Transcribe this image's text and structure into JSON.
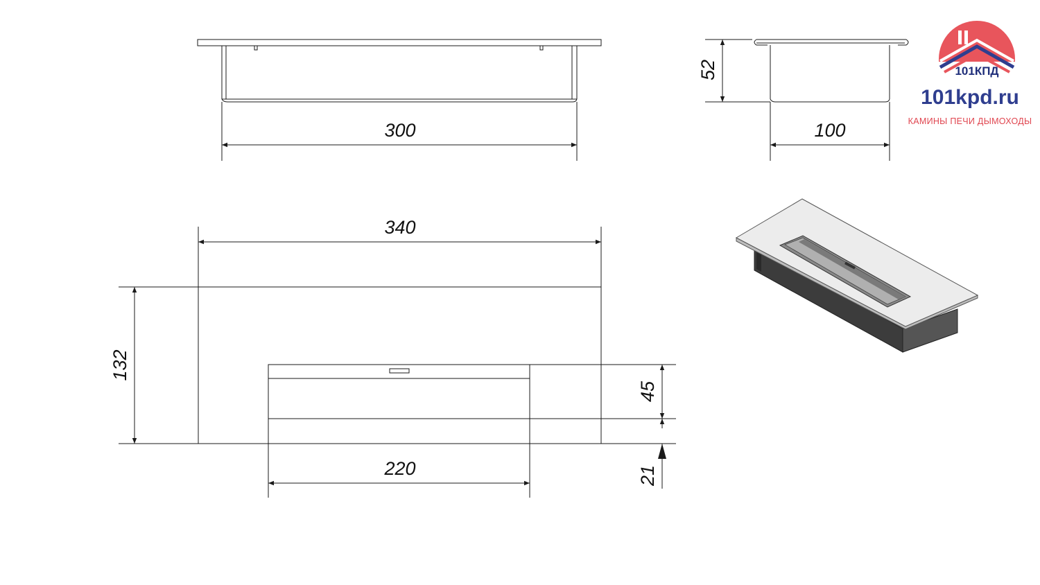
{
  "dimensions": {
    "front_width": "300",
    "side_height": "52",
    "side_width": "100",
    "top_width": "340",
    "top_depth": "132",
    "slot_width": "220",
    "slot_depth": "45",
    "slot_offset": "21"
  },
  "logo": {
    "badge": "101КПД",
    "domain": "101kpd.ru",
    "tagline": "КАМИНЫ ПЕЧИ ДЫМОХОДЫ"
  },
  "colors": {
    "logo_red": "#e8555c",
    "logo_blue": "#2f3e8f",
    "line": "#1a1a1a"
  }
}
